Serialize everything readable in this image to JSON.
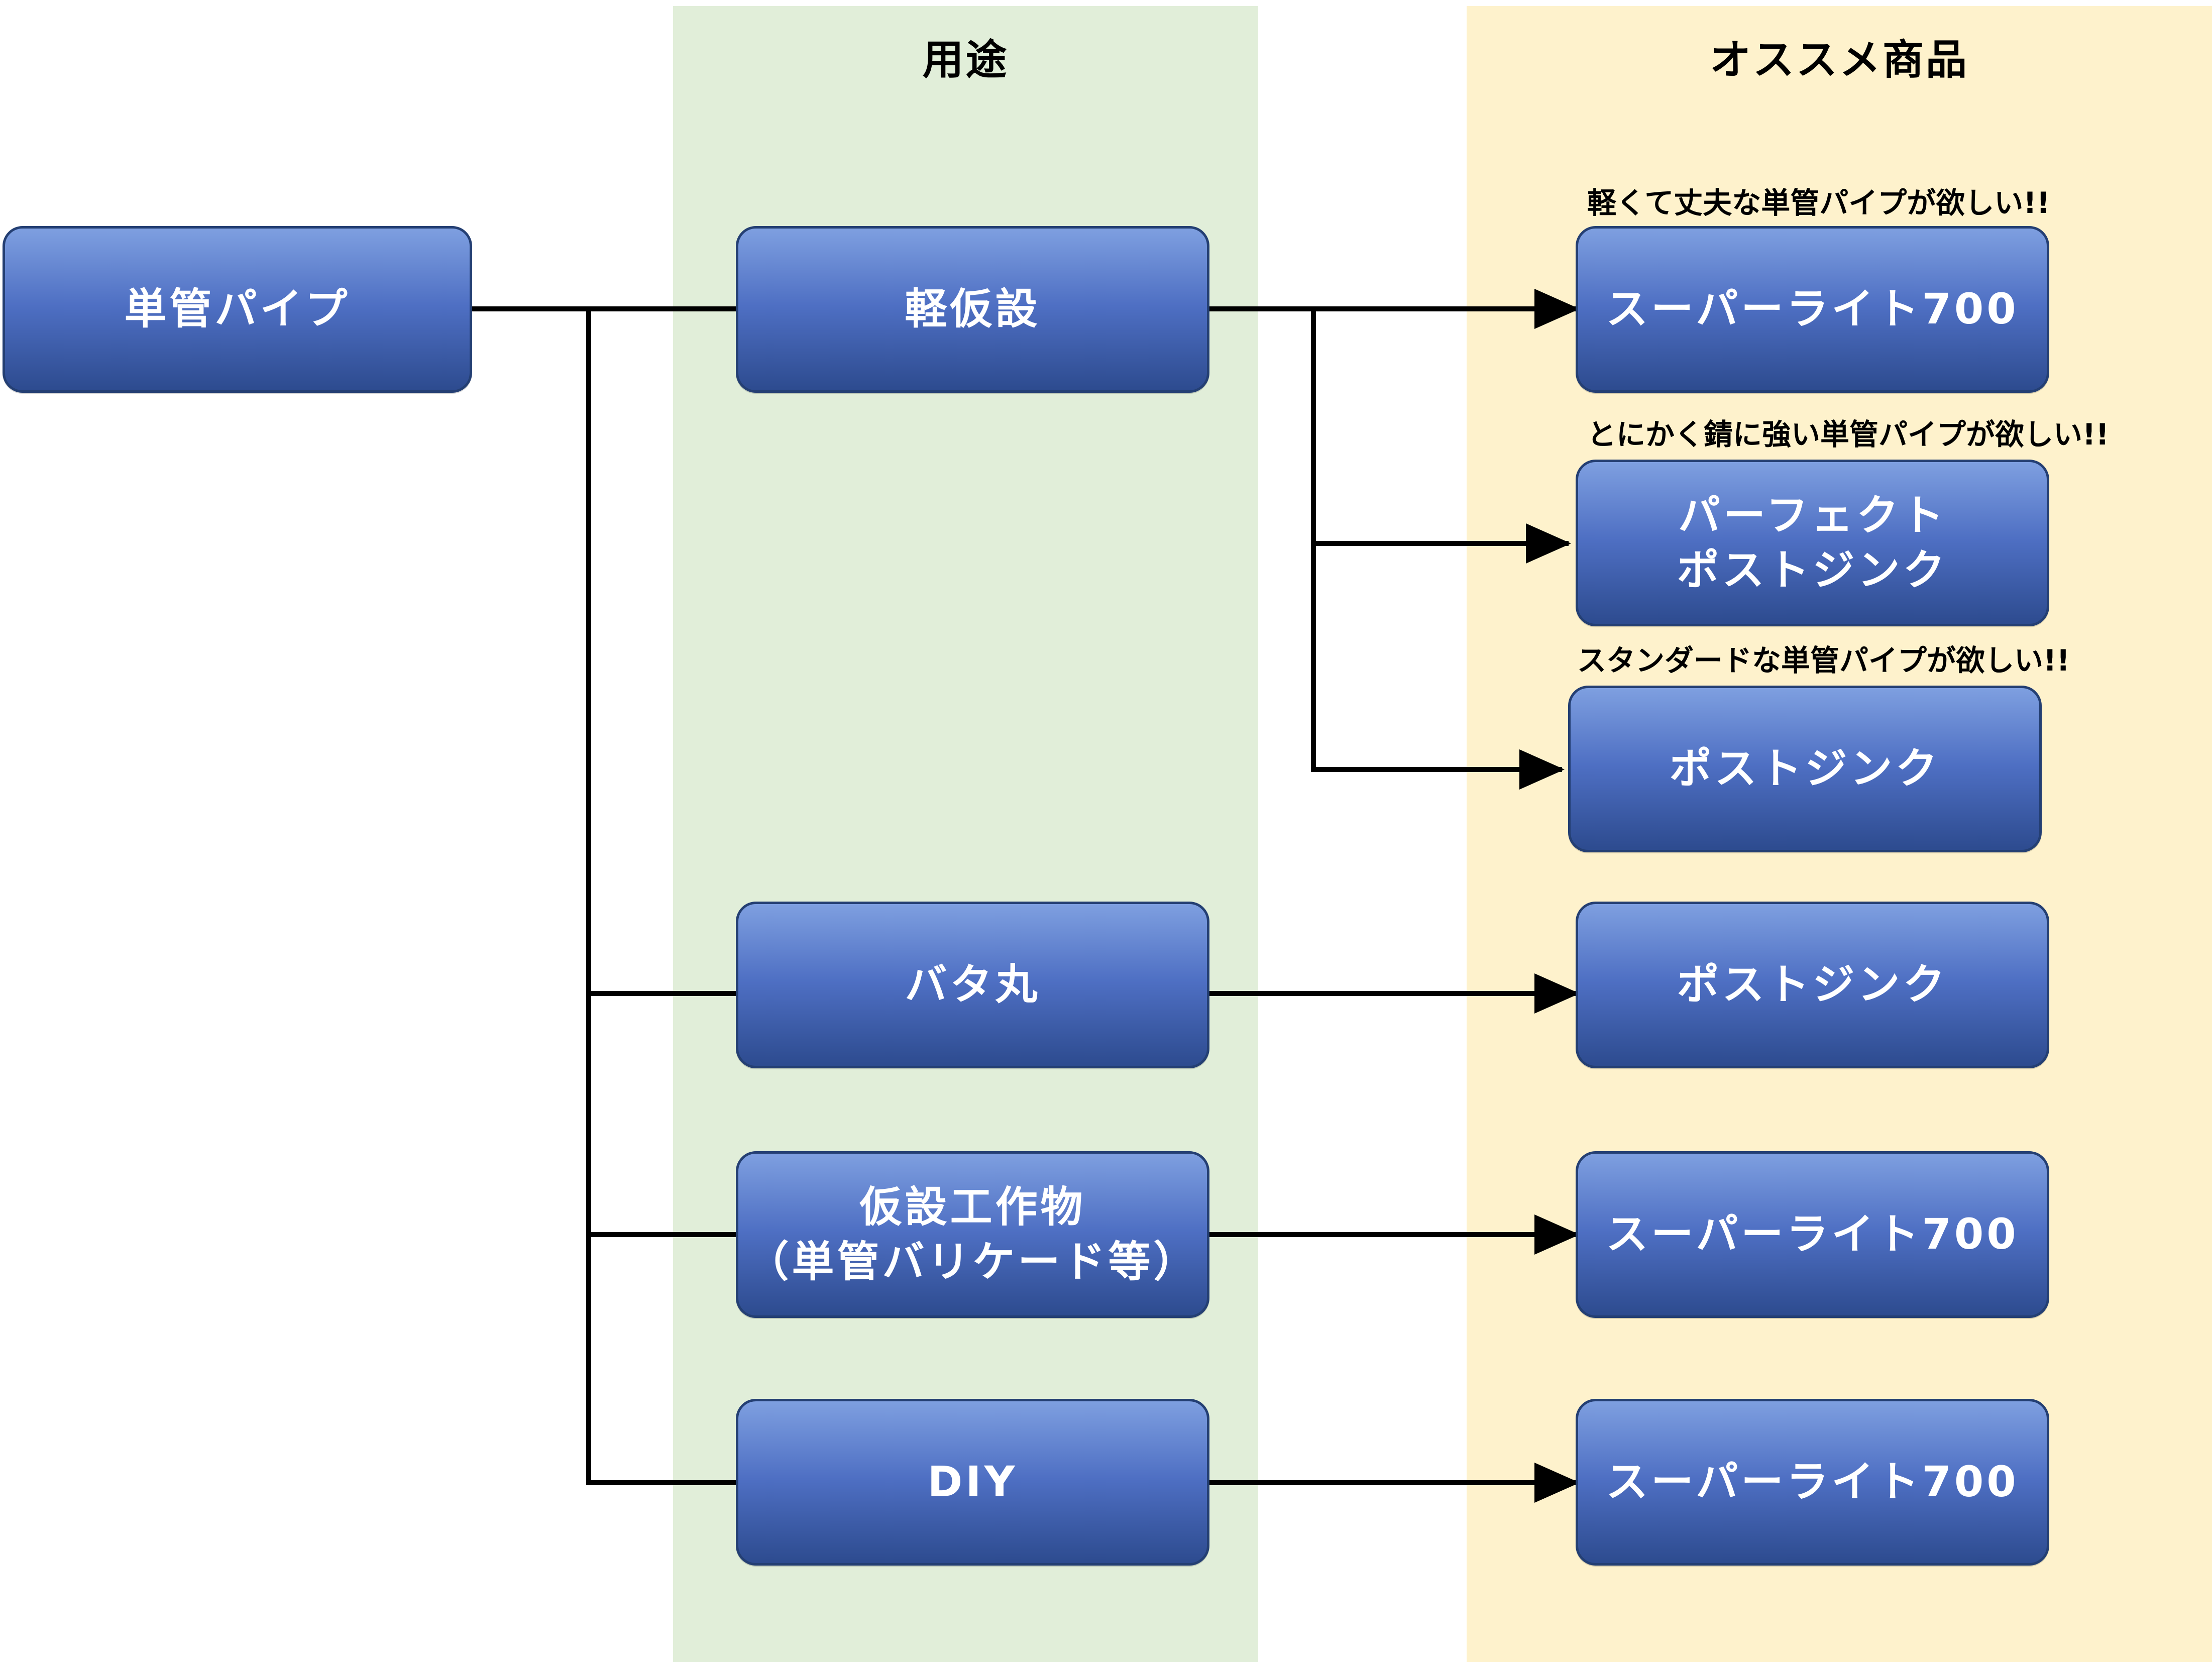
{
  "sections": {
    "usage_title": "用途",
    "products_title": "オススメ商品"
  },
  "nodes": {
    "root": "単管パイプ",
    "usage": {
      "light_scaffold": "軽仮設",
      "batamaru": "バタ丸",
      "temporary_structure": "仮設工作物\n（単管バリケード等）",
      "diy": "DIY"
    },
    "products": {
      "super_light_1": "スーパーライト700",
      "perfect_post_zinc": "パーフェクト\nポストジンク",
      "post_zinc_1": "ポストジンク",
      "post_zinc_2": "ポストジンク",
      "super_light_2": "スーパーライト700",
      "super_light_3": "スーパーライト700"
    }
  },
  "notes": {
    "light_strong": "軽くて丈夫な単管パイプが欲しい!!",
    "rust_resistant": "とにかく錆に強い単管パイプが欲しい!!",
    "standard": "スタンダードな単管パイプが欲しい!!"
  },
  "colors": {
    "node_top": "#7e9fe0",
    "node_bottom": "#2d4b8f",
    "node_border": "#243f73",
    "usage_band": "#e1eed9",
    "products_band": "#fef2cc",
    "connector": "#000000"
  }
}
